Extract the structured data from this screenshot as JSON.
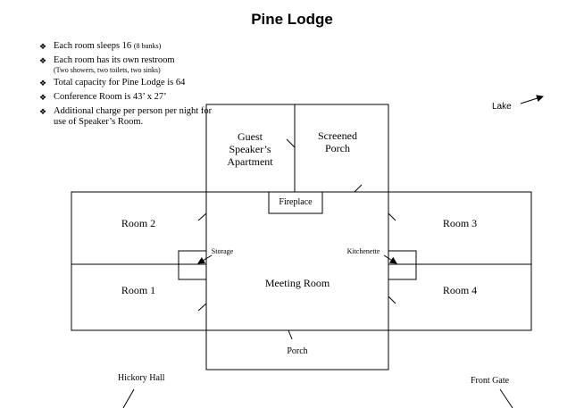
{
  "title": "Pine Lodge",
  "notes": [
    {
      "text": "Each room sleeps 16",
      "sub_inline": "(8 bunks)"
    },
    {
      "text": "Each room has its own restroom",
      "sub": "(Two showers, two toilets, two sinks)"
    },
    {
      "text": "Total capacity for Pine Lodge is 64"
    },
    {
      "text": "Conference Room is 43’ x 27’"
    },
    {
      "text": "Additional charge per person per night for use of Speaker’s Room."
    }
  ],
  "bullet_symbol": "❖",
  "rooms": {
    "guest_line1": "Guest",
    "guest_line2": "Speaker’s",
    "guest_line3": "Apartment",
    "screened_line1": "Screened",
    "screened_line2": "Porch",
    "fireplace": "Fireplace",
    "room2": "Room 2",
    "room1": "Room 1",
    "room3": "Room 3",
    "room4": "Room 4",
    "meeting": "Meeting Room",
    "storage": "Storage",
    "kitchenette": "Kitchenette",
    "porch": "Porch"
  },
  "landmarks": {
    "lake": "Lake",
    "hickory": "Hickory Hall",
    "front_gate": "Front Gate"
  }
}
